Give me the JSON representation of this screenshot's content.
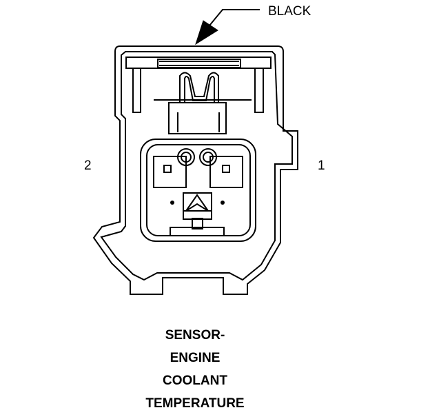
{
  "callout": {
    "wire_color": "BLACK"
  },
  "pins": {
    "left": "2",
    "right": "1"
  },
  "caption": [
    "SENSOR-",
    "ENGINE",
    "COOLANT",
    "TEMPERATURE"
  ],
  "colors": {
    "line": "#000000",
    "background": "#ffffff"
  }
}
